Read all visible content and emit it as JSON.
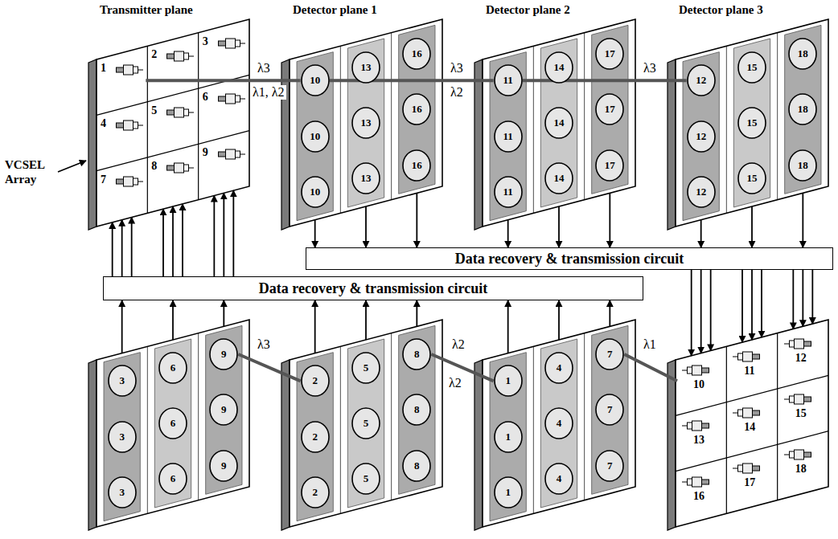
{
  "diagram": {
    "nodes": [
      {
        "text": [
          "Transmitter plane"
        ]
      },
      {
        "text": [
          "1"
        ],
        "in": 0
      },
      {
        "text": [
          "2"
        ],
        "in": 0
      },
      {
        "text": [
          "3"
        ],
        "in": 0
      },
      {
        "text": [
          "4"
        ],
        "in": 0
      },
      {
        "text": [
          "5"
        ],
        "in": 0
      },
      {
        "text": [
          "6"
        ],
        "in": 0
      },
      {
        "text": [
          "7"
        ],
        "in": 0
      },
      {
        "text": [
          "8"
        ],
        "in": 0
      },
      {
        "text": [
          "9"
        ],
        "in": 0
      },
      {
        "text": [
          "Detector plane 1"
        ]
      },
      {
        "text": [
          "10"
        ],
        "in": 10
      },
      {
        "text": [
          "13"
        ],
        "in": 10
      },
      {
        "text": [
          "16"
        ],
        "in": 10
      },
      {
        "text": [
          "10"
        ],
        "in": 10
      },
      {
        "text": [
          "13"
        ],
        "in": 10
      },
      {
        "text": [
          "16"
        ],
        "in": 10
      },
      {
        "text": [
          "10"
        ],
        "in": 10
      },
      {
        "text": [
          "13"
        ],
        "in": 10
      },
      {
        "text": [
          "16"
        ],
        "in": 10
      },
      {
        "text": [
          "Detector plane 2"
        ]
      },
      {
        "text": [
          "11"
        ],
        "in": 20
      },
      {
        "text": [
          "14"
        ],
        "in": 20
      },
      {
        "text": [
          "17"
        ],
        "in": 20
      },
      {
        "text": [
          "11"
        ],
        "in": 20
      },
      {
        "text": [
          "14"
        ],
        "in": 20
      },
      {
        "text": [
          "17"
        ],
        "in": 20
      },
      {
        "text": [
          "11"
        ],
        "in": 20
      },
      {
        "text": [
          "14"
        ],
        "in": 20
      },
      {
        "text": [
          "17"
        ],
        "in": 20
      },
      {
        "text": [
          "Detector plane 3"
        ]
      },
      {
        "text": [
          "12"
        ],
        "in": 30
      },
      {
        "text": [
          "15"
        ],
        "in": 30
      },
      {
        "text": [
          "18"
        ],
        "in": 30
      },
      {
        "text": [
          "12"
        ],
        "in": 30
      },
      {
        "text": [
          "15"
        ],
        "in": 30
      },
      {
        "text": [
          "18"
        ],
        "in": 30
      },
      {
        "text": [
          "12"
        ],
        "in": 30
      },
      {
        "text": [
          "15"
        ],
        "in": 30
      },
      {
        "text": [
          "18"
        ],
        "in": 30
      },
      {
        "text": [
          "Data recovery & transmission circuit"
        ]
      },
      {
        "text": [
          "Data recovery & transmission circuit"
        ]
      },
      {
        "text": []
      },
      {
        "text": [
          "3"
        ],
        "in": 42
      },
      {
        "text": [
          "6"
        ],
        "in": 42
      },
      {
        "text": [
          "9"
        ],
        "in": 42
      },
      {
        "text": [
          "3"
        ],
        "in": 42
      },
      {
        "text": [
          "6"
        ],
        "in": 42
      },
      {
        "text": [
          "9"
        ],
        "in": 42
      },
      {
        "text": [
          "3"
        ],
        "in": 42
      },
      {
        "text": [
          "6"
        ],
        "in": 42
      },
      {
        "text": [
          "9"
        ],
        "in": 42
      },
      {
        "text": []
      },
      {
        "text": [
          "2"
        ],
        "in": 52
      },
      {
        "text": [
          "5"
        ],
        "in": 52
      },
      {
        "text": [
          "8"
        ],
        "in": 52
      },
      {
        "text": [
          "2"
        ],
        "in": 52
      },
      {
        "text": [
          "5"
        ],
        "in": 52
      },
      {
        "text": [
          "8"
        ],
        "in": 52
      },
      {
        "text": [
          "2"
        ],
        "in": 52
      },
      {
        "text": [
          "5"
        ],
        "in": 52
      },
      {
        "text": [
          "8"
        ],
        "in": 52
      },
      {
        "text": []
      },
      {
        "text": [
          "1"
        ],
        "in": 62
      },
      {
        "text": [
          "4"
        ],
        "in": 62
      },
      {
        "text": [
          "7"
        ],
        "in": 62
      },
      {
        "text": [
          "1"
        ],
        "in": 62
      },
      {
        "text": [
          "4"
        ],
        "in": 62
      },
      {
        "text": [
          "7"
        ],
        "in": 62
      },
      {
        "text": [
          "1"
        ],
        "in": 62
      },
      {
        "text": [
          "4"
        ],
        "in": 62
      },
      {
        "text": [
          "7"
        ],
        "in": 62
      },
      {
        "text": []
      },
      {
        "text": [
          "10"
        ],
        "in": 72
      },
      {
        "text": [
          "11"
        ],
        "in": 72
      },
      {
        "text": [
          "12"
        ],
        "in": 72
      },
      {
        "text": [
          "13"
        ],
        "in": 72
      },
      {
        "text": [
          "14"
        ],
        "in": 72
      },
      {
        "text": [
          "15"
        ],
        "in": 72
      },
      {
        "text": [
          "16"
        ],
        "in": 72
      },
      {
        "text": [
          "17"
        ],
        "in": 72
      },
      {
        "text": [
          "18"
        ],
        "in": 72
      }
    ],
    "edges": [
      {
        "from": 1,
        "to": 11,
        "arrow": "none"
      },
      {
        "from": 11,
        "to": 21,
        "arrow": "none"
      },
      {
        "from": 21,
        "to": 31,
        "arrow": "none"
      },
      {
        "from": 10,
        "to": 40,
        "arrow": "to"
      },
      {
        "from": 10,
        "to": 40,
        "arrow": "to"
      },
      {
        "from": 10,
        "to": 40,
        "arrow": "to"
      },
      {
        "from": 20,
        "to": 40,
        "arrow": "to"
      },
      {
        "from": 20,
        "to": 40,
        "arrow": "to"
      },
      {
        "from": 20,
        "to": 40,
        "arrow": "to"
      },
      {
        "from": 30,
        "to": 40,
        "arrow": "to"
      },
      {
        "from": 30,
        "to": 40,
        "arrow": "to"
      },
      {
        "from": 30,
        "to": 40,
        "arrow": "to"
      },
      {
        "from": 40,
        "to": 72,
        "arrow": "to"
      },
      {
        "from": 40,
        "to": 72,
        "arrow": "to"
      },
      {
        "from": 40,
        "to": 72,
        "arrow": "to"
      },
      {
        "from": 40,
        "to": 72,
        "arrow": "to"
      },
      {
        "from": 40,
        "to": 72,
        "arrow": "to"
      },
      {
        "from": 40,
        "to": 72,
        "arrow": "to"
      },
      {
        "from": 40,
        "to": 72,
        "arrow": "to"
      },
      {
        "from": 40,
        "to": 72,
        "arrow": "to"
      },
      {
        "from": 40,
        "to": 72,
        "arrow": "to"
      },
      {
        "from": 41,
        "to": 0,
        "arrow": "to"
      },
      {
        "from": 41,
        "to": 0,
        "arrow": "to"
      },
      {
        "from": 41,
        "to": 0,
        "arrow": "to"
      },
      {
        "from": 41,
        "to": 0,
        "arrow": "to"
      },
      {
        "from": 41,
        "to": 0,
        "arrow": "to"
      },
      {
        "from": 41,
        "to": 0,
        "arrow": "to"
      },
      {
        "from": 41,
        "to": 0,
        "arrow": "to"
      },
      {
        "from": 41,
        "to": 0,
        "arrow": "to"
      },
      {
        "from": 41,
        "to": 0,
        "arrow": "to"
      },
      {
        "from": 42,
        "to": 41,
        "arrow": "to"
      },
      {
        "from": 42,
        "to": 41,
        "arrow": "to"
      },
      {
        "from": 42,
        "to": 41,
        "arrow": "to"
      },
      {
        "from": 52,
        "to": 41,
        "arrow": "to"
      },
      {
        "from": 52,
        "to": 41,
        "arrow": "to"
      },
      {
        "from": 52,
        "to": 41,
        "arrow": "to"
      },
      {
        "from": 62,
        "to": 41,
        "arrow": "to"
      },
      {
        "from": 62,
        "to": 41,
        "arrow": "to"
      },
      {
        "from": 62,
        "to": 41,
        "arrow": "to"
      },
      {
        "from": 73,
        "to": 65,
        "arrow": "none"
      },
      {
        "from": 63,
        "to": 55,
        "arrow": "none"
      },
      {
        "from": 53,
        "to": 45,
        "arrow": "none"
      }
    ],
    "labels": [
      "λ3",
      "λ1, λ2",
      "λ3",
      "λ2",
      "λ3",
      "VCSEL Array",
      "λ1",
      "λ2",
      "λ2",
      "λ3"
    ]
  }
}
